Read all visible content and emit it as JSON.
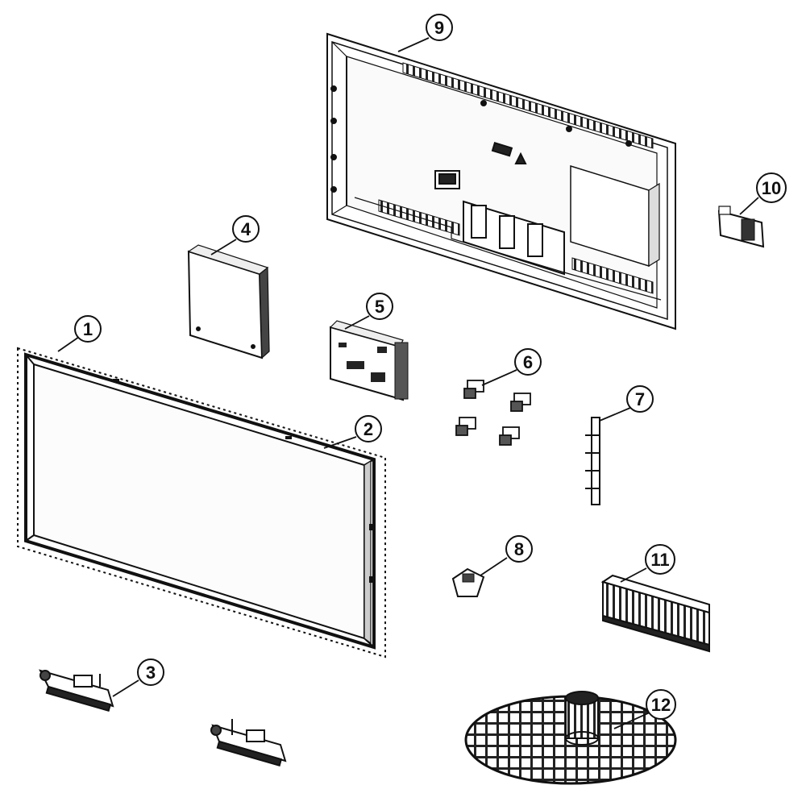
{
  "diagram": {
    "type": "exploded-parts-view",
    "callouts": [
      {
        "id": "c1",
        "label": "1"
      },
      {
        "id": "c2",
        "label": "2"
      },
      {
        "id": "c3",
        "label": "3"
      },
      {
        "id": "c4",
        "label": "4"
      },
      {
        "id": "c5",
        "label": "5"
      },
      {
        "id": "c6",
        "label": "6"
      },
      {
        "id": "c7",
        "label": "7"
      },
      {
        "id": "c8",
        "label": "8"
      },
      {
        "id": "c9",
        "label": "9"
      },
      {
        "id": "c10",
        "label": "10"
      },
      {
        "id": "c11",
        "label": "11"
      },
      {
        "id": "c12",
        "label": "12"
      }
    ]
  }
}
